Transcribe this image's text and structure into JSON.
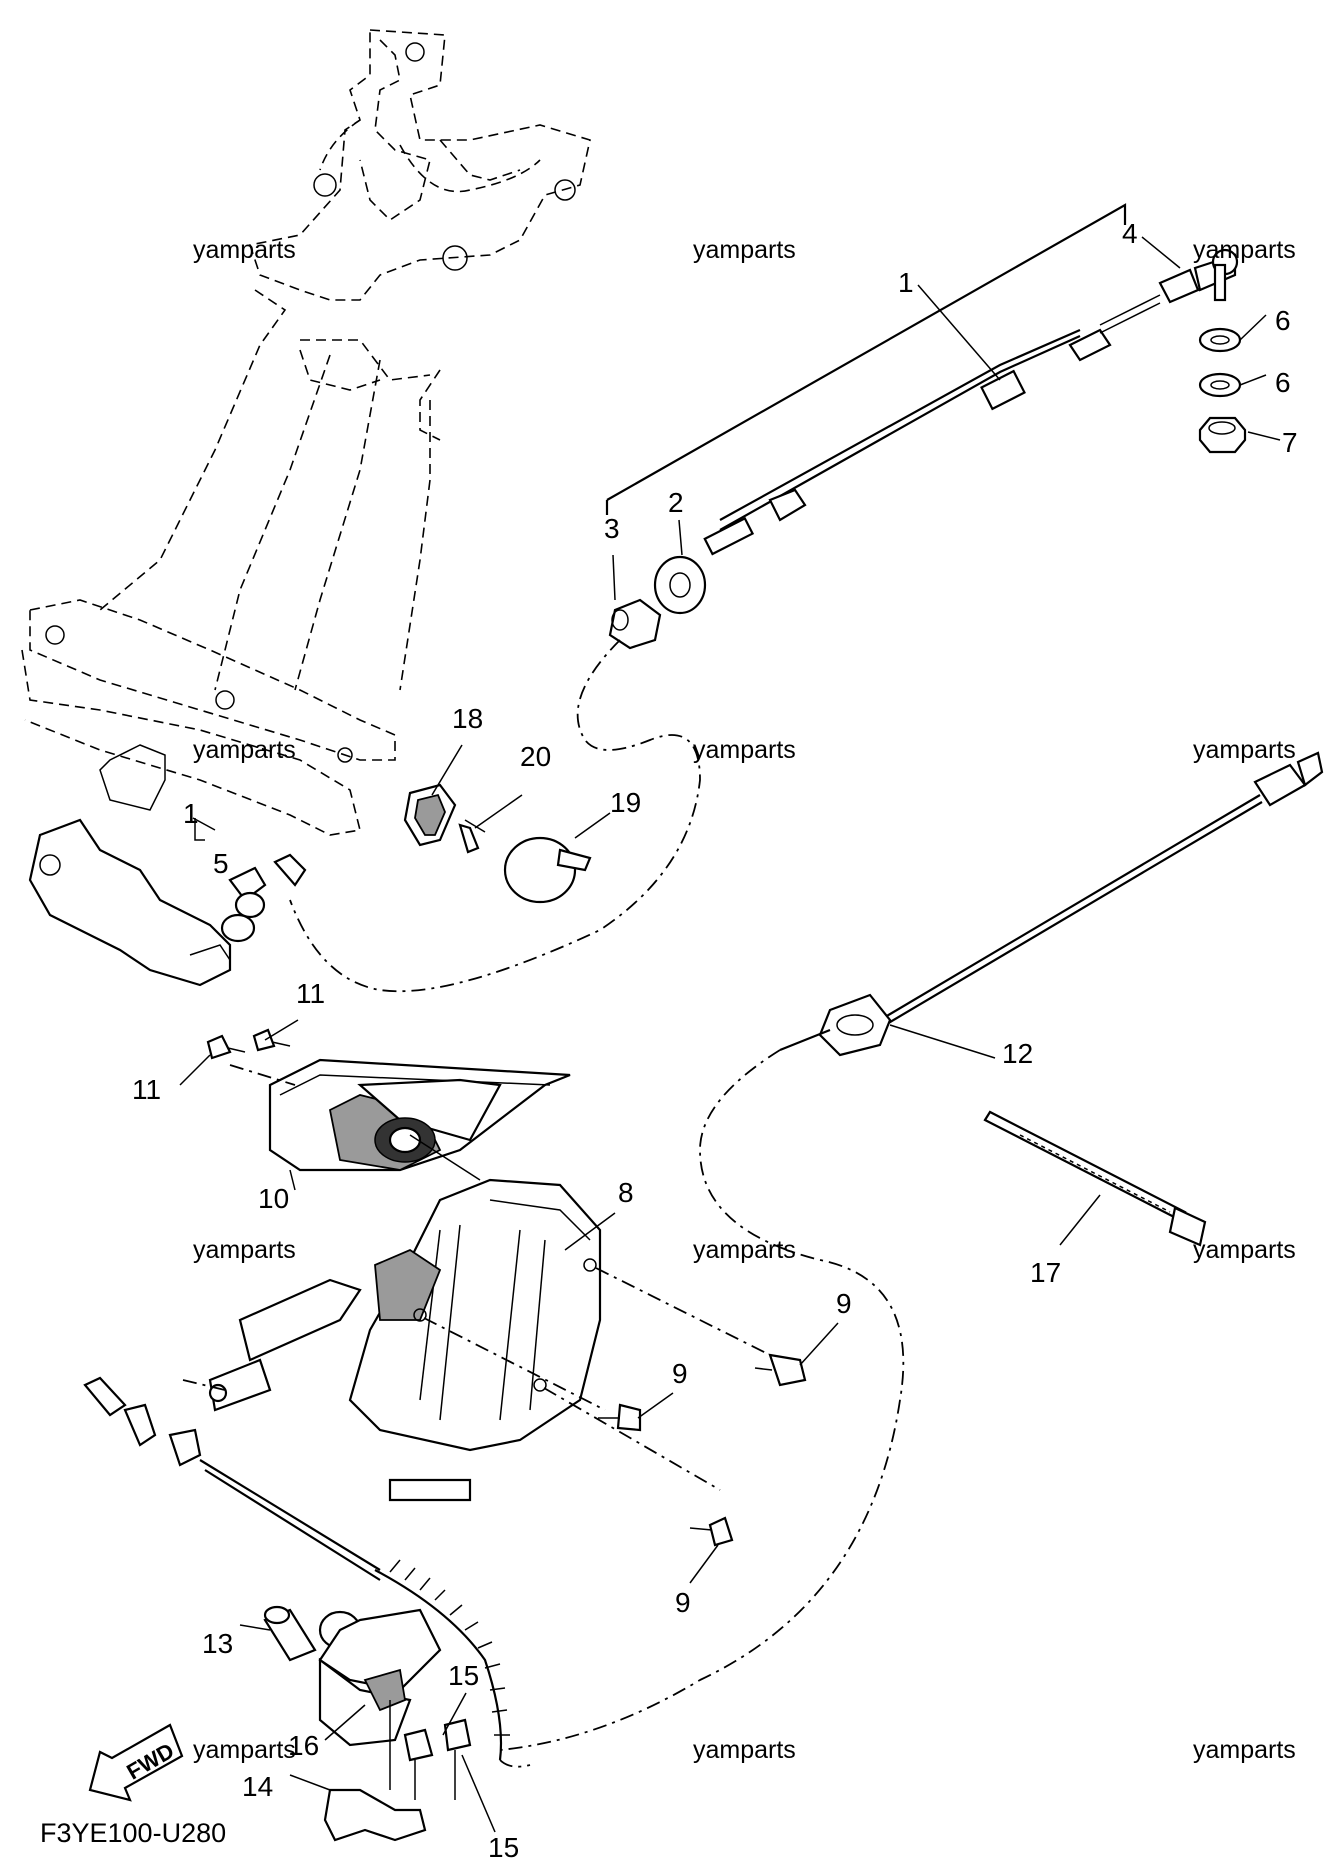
{
  "diagram": {
    "code": "F3YE100-U280",
    "fwd_label": "FWD",
    "watermark": "yamparts",
    "part_labels": {
      "p1a": "1",
      "p1b": "1",
      "p2": "2",
      "p3": "3",
      "p4": "4",
      "p5": "5",
      "p6a": "6",
      "p6b": "6",
      "p7": "7",
      "p8": "8",
      "p9a": "9",
      "p9b": "9",
      "p9c": "9",
      "p10": "10",
      "p11a": "11",
      "p11b": "11",
      "p12": "12",
      "p13": "13",
      "p14": "14",
      "p15a": "15",
      "p15b": "15",
      "p16": "16",
      "p17": "17",
      "p18": "18",
      "p19": "19",
      "p20": "20"
    }
  }
}
